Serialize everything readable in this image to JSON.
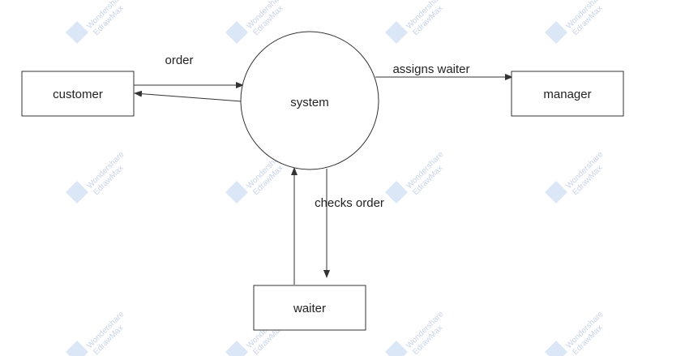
{
  "diagram": {
    "entities": {
      "customer": "customer",
      "manager": "manager",
      "waiter": "waiter"
    },
    "process": {
      "system": "system"
    },
    "flows": {
      "order": "order",
      "assigns_waiter": "assigns waiter",
      "checks_order": "checks order"
    }
  },
  "watermark": {
    "line1": "Wondershare",
    "line2": "EdrawMax",
    "color": "#c9d3e8",
    "icon_color": "#dbe6f7"
  },
  "colors": {
    "stroke": "#333333",
    "text": "#222222"
  }
}
